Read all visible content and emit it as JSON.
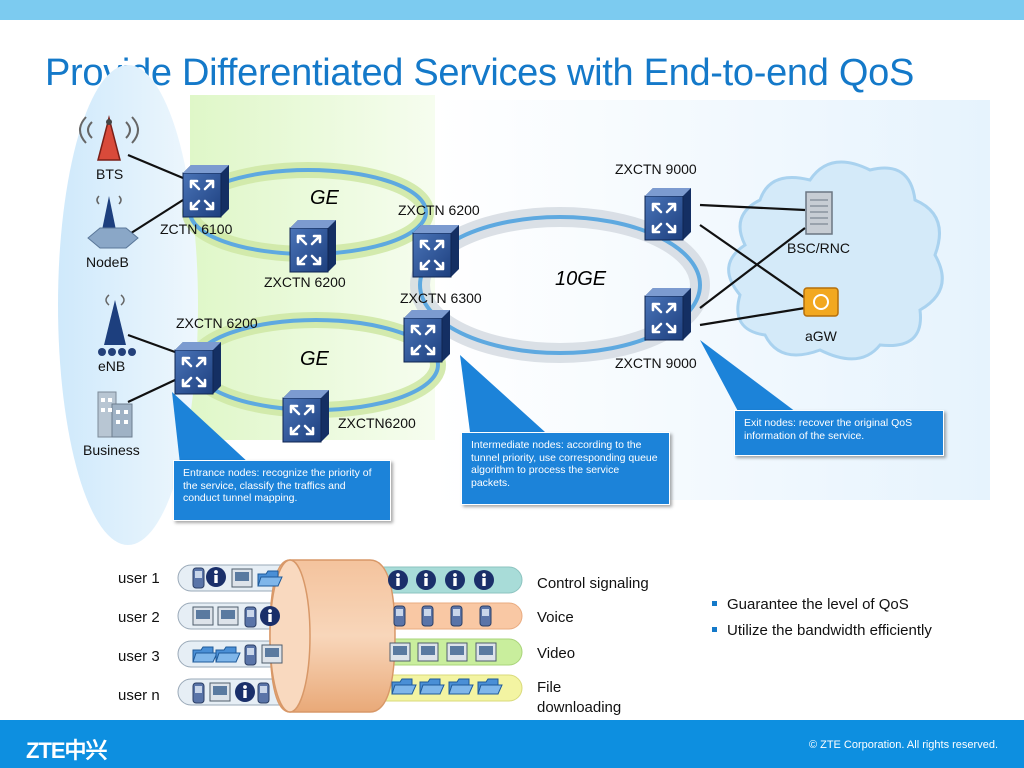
{
  "title": "Provide Differentiated Services with End-to-end QoS",
  "nodes": {
    "bts": "BTS",
    "nodeb": "NodeB",
    "enb": "eNB",
    "business": "Business",
    "zctn6100": "ZCTN 6100",
    "zxctn6200_a": "ZXCTN 6200",
    "zxctn6200_b": "ZXCTN 6200",
    "zxctn6200_c": "ZXCTN 6200",
    "zxctn6200_d": "ZXCTN6200",
    "zxctn6300": "ZXCTN 6300",
    "zxctn9000_a": "ZXCTN 9000",
    "zxctn9000_b": "ZXCTN 9000",
    "bsc": "BSC/RNC",
    "agw": "aGW"
  },
  "rings": {
    "ge_top": "GE",
    "ge_bottom": "GE",
    "ten_ge": "10GE"
  },
  "callouts": {
    "entrance": "Entrance nodes: recognize the priority of the service, classify the traffics and conduct tunnel mapping.",
    "intermediate": "Intermediate nodes: according to the tunnel priority, use corresponding queue algorithm to process the service packets.",
    "exit": "Exit nodes: recover the original QoS information of the service."
  },
  "users": [
    "user 1",
    "user 2",
    "user 3",
    "user n"
  ],
  "streams": [
    "Control signaling",
    "Voice",
    "Video",
    "File downloading"
  ],
  "bullets": [
    "Guarantee the level of QoS",
    "Utilize the bandwidth efficiently"
  ],
  "footer": {
    "logo": "ZTE中兴",
    "copyright": "© ZTE Corporation. All rights reserved."
  },
  "colors": {
    "title": "#1479c9",
    "callout": "#1c83d9",
    "footer": "#0d8fe0",
    "topbar": "#7ccbf0",
    "control": "#a8dcd8",
    "voice": "#f9c8a4",
    "video": "#c9ee9d",
    "file": "#f3f4a2"
  }
}
